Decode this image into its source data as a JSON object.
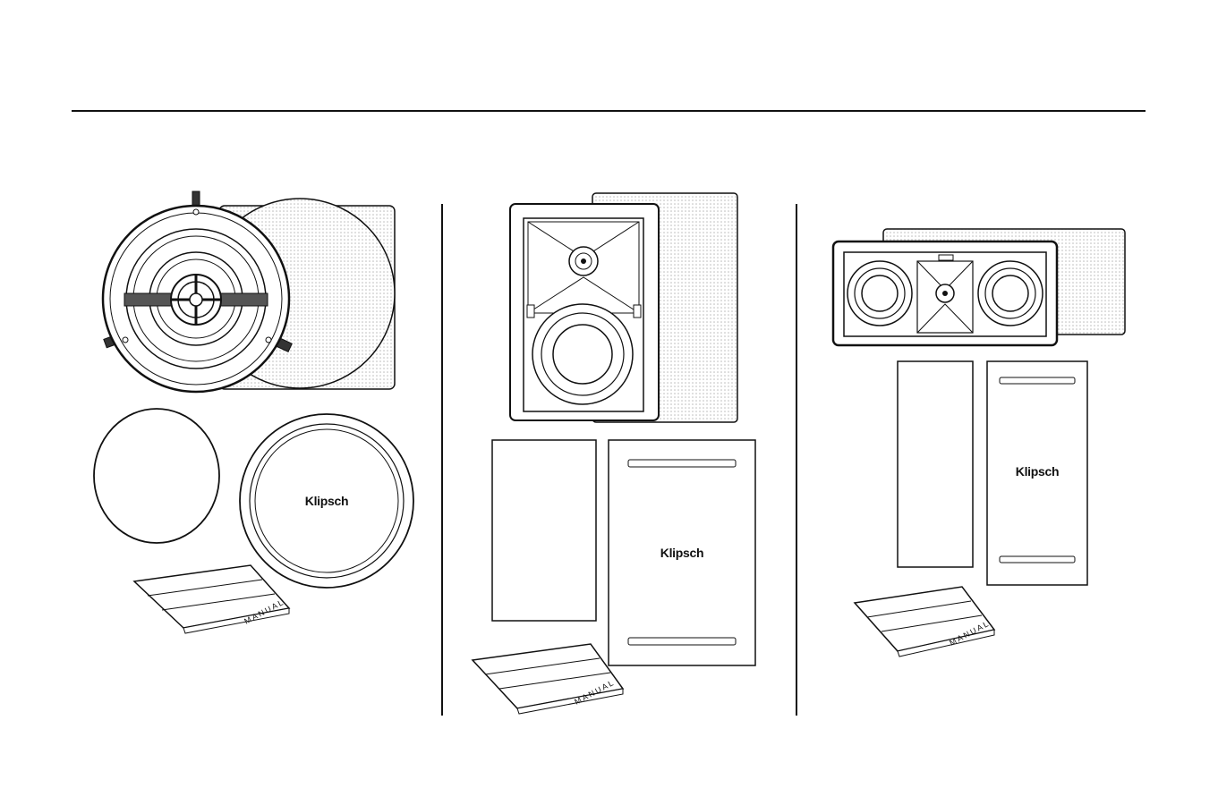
{
  "page": {
    "background": "#ffffff",
    "ink": "#111111"
  },
  "panels": [
    {
      "id": "in-ceiling",
      "grille_logo": "Klipsch",
      "manual_label": "MANUAL"
    },
    {
      "id": "in-wall",
      "template_logo": "Klipsch",
      "manual_label": "MANUAL"
    },
    {
      "id": "lcr",
      "template_logo": "Klipsch",
      "manual_label": "MANUAL"
    }
  ]
}
